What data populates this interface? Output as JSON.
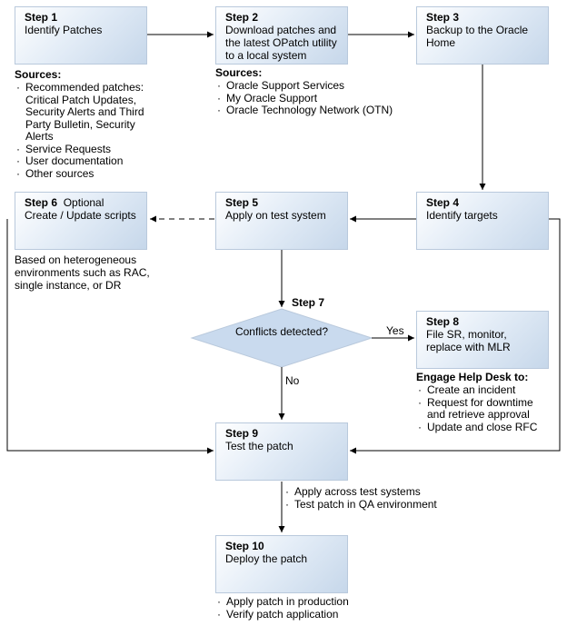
{
  "steps": {
    "s1": {
      "title": "Step 1",
      "desc": "Identify Patches"
    },
    "s2": {
      "title": "Step 2",
      "desc": "Download patches and the latest OPatch utility to a local system"
    },
    "s3": {
      "title": "Step 3",
      "desc": "Backup to the Oracle Home"
    },
    "s4": {
      "title": "Step 4",
      "desc": "Identify targets"
    },
    "s5": {
      "title": "Step 5",
      "desc": "Apply on test system"
    },
    "s6": {
      "title": "Step 6",
      "optional": "Optional",
      "desc": "Create / Update scripts"
    },
    "s7": {
      "title": "Step 7",
      "desc": "Conflicts detected?"
    },
    "s8": {
      "title": "Step 8",
      "desc": "File SR, monitor, replace with MLR"
    },
    "s9": {
      "title": "Step 9",
      "desc": "Test the patch"
    },
    "s10": {
      "title": "Step 10",
      "desc": "Deploy the patch"
    }
  },
  "sources1": {
    "heading": "Sources:",
    "items": [
      "Recommended patches: Critical Patch Updates, Security Alerts and Third Party Bulletin, Security Alerts",
      "Service Requests",
      "User documentation",
      "Other sources"
    ]
  },
  "sources2": {
    "heading": "Sources:",
    "items": [
      "Oracle Support Services",
      "My Oracle Support",
      "Oracle Technology Network (OTN)"
    ]
  },
  "step6_note": "Based on heterogeneous environments such as RAC, single instance, or DR",
  "helpdesk": {
    "heading": "Engage Help Desk to:",
    "items": [
      "Create an incident",
      "Request for downtime and retrieve approval",
      "Update and close RFC"
    ]
  },
  "step9_notes": [
    "Apply across test systems",
    "Test patch in QA environment"
  ],
  "step10_notes": [
    "Apply patch in production",
    "Verify patch application"
  ],
  "decision": {
    "yes": "Yes",
    "no": "No"
  },
  "colors": {
    "box_border": "#b9c9dc",
    "box_fill_light": "#ffffff",
    "box_fill_dark": "#c6d7ea",
    "diamond_fill": "#c9daee",
    "line": "#000000"
  }
}
